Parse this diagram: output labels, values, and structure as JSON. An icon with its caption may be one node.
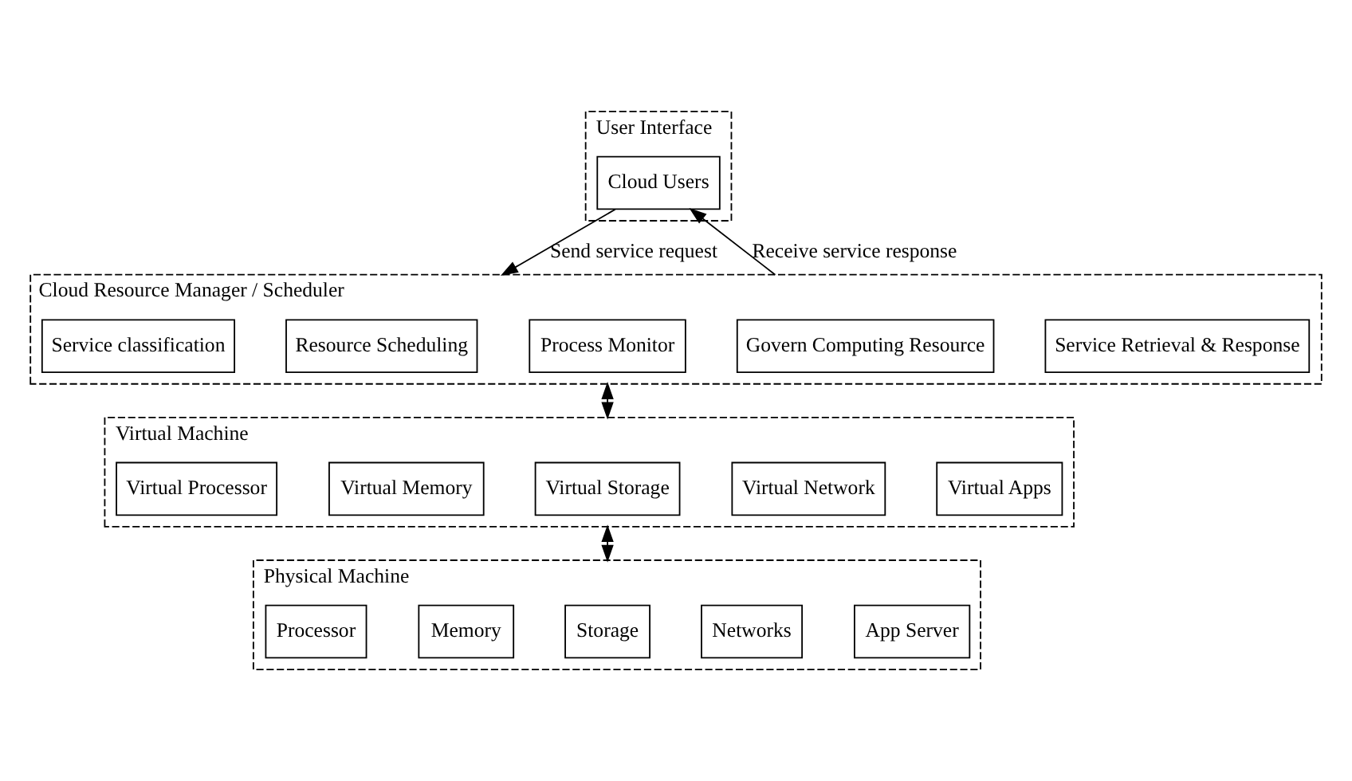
{
  "diagram": {
    "nodes": [
      {
        "text": [
          "User Interface"
        ]
      },
      {
        "text": [
          "Cloud Users"
        ],
        "in": 0
      },
      {
        "text": [
          "Cloud Resource Manager / Scheduler"
        ]
      },
      {
        "text": [
          "Service classification"
        ],
        "in": 2
      },
      {
        "text": [
          "Resource Scheduling"
        ],
        "in": 2
      },
      {
        "text": [
          "Process Monitor"
        ],
        "in": 2
      },
      {
        "text": [
          "Govern Computing Resource"
        ],
        "in": 2
      },
      {
        "text": [
          "Service Retrieval & Response"
        ],
        "in": 2
      },
      {
        "text": [
          "Virtual Machine"
        ]
      },
      {
        "text": [
          "Virtual Processor"
        ],
        "in": 8
      },
      {
        "text": [
          "Virtual Memory"
        ],
        "in": 8
      },
      {
        "text": [
          "Virtual Storage"
        ],
        "in": 8
      },
      {
        "text": [
          "Virtual Network"
        ],
        "in": 8
      },
      {
        "text": [
          "Virtual Apps"
        ],
        "in": 8
      },
      {
        "text": [
          "Physical Machine"
        ]
      },
      {
        "text": [
          "Processor"
        ],
        "in": 14
      },
      {
        "text": [
          "Memory"
        ],
        "in": 14
      },
      {
        "text": [
          "Storage"
        ],
        "in": 14
      },
      {
        "text": [
          "Networks"
        ],
        "in": 14
      },
      {
        "text": [
          "App Server"
        ],
        "in": 14
      }
    ],
    "edges": [
      {
        "from": 1,
        "to": 2,
        "arrow": "to",
        "label": "Send service request"
      },
      {
        "from": 2,
        "to": 1,
        "arrow": "to",
        "label": "Receive service response"
      },
      {
        "from": 2,
        "to": 8,
        "arrow": "both"
      },
      {
        "from": 8,
        "to": 14,
        "arrow": "both"
      }
    ]
  }
}
